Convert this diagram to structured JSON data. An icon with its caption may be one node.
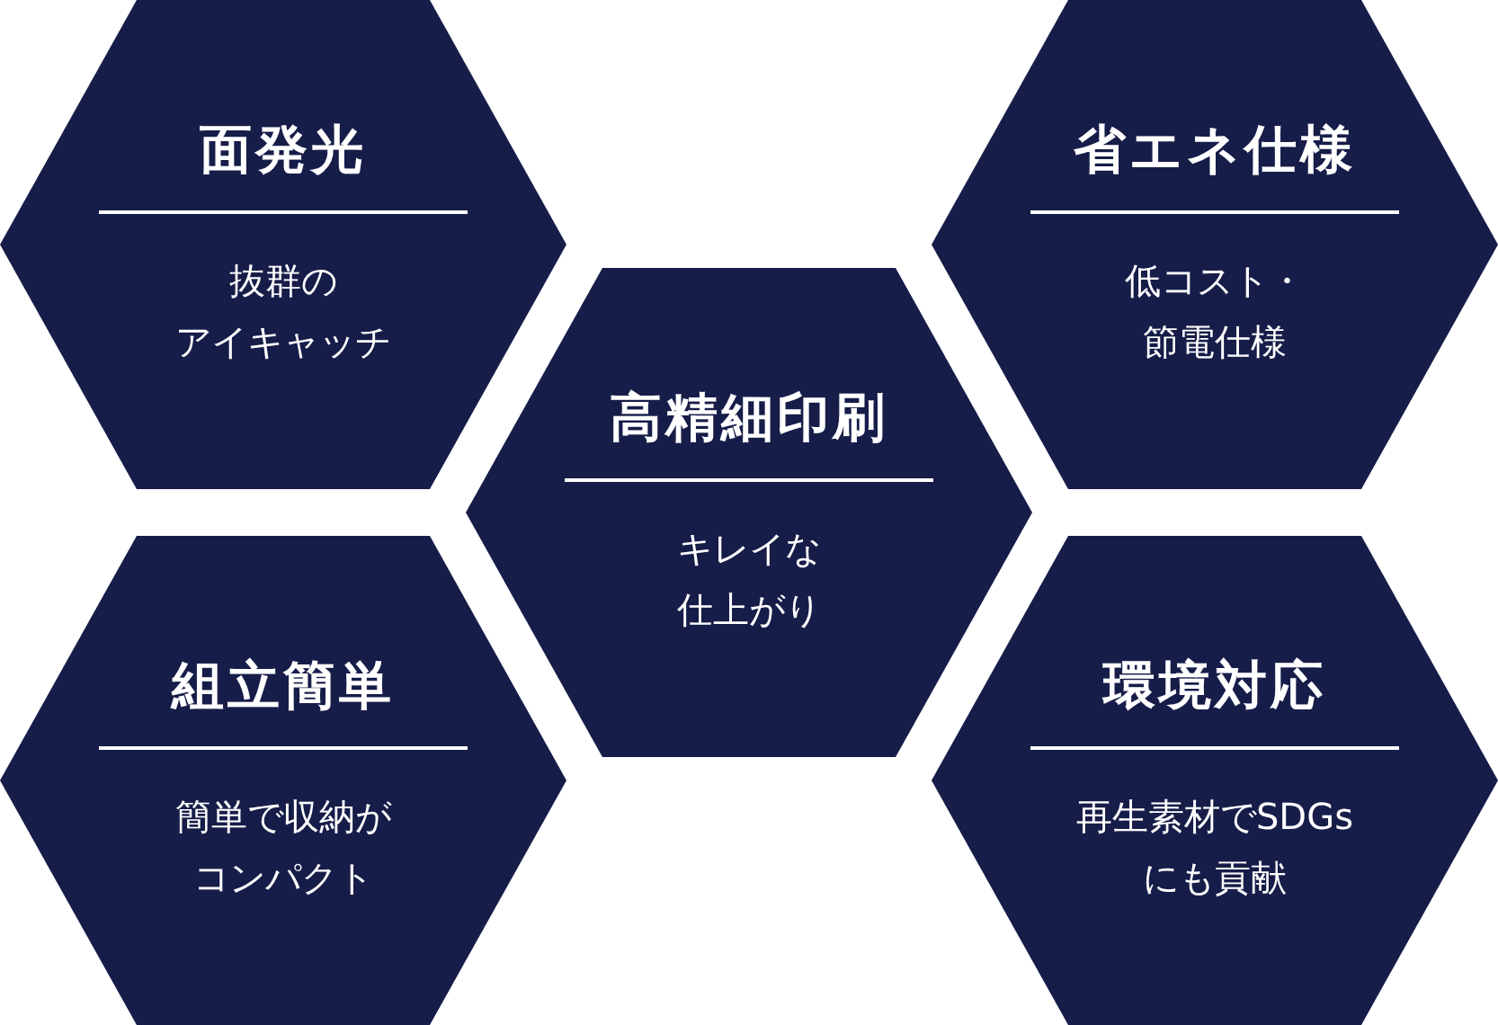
{
  "diagram": {
    "nodes": [
      {
        "text": [
          "面発光",
          "抜群のアイキャッチ"
        ]
      },
      {
        "text": [
          "省エネ仕様",
          "低コスト・節電仕様"
        ]
      },
      {
        "text": [
          "高精細印刷",
          "キレイな仕上がり"
        ]
      },
      {
        "text": [
          "組立簡単",
          "簡単で収納がコンパクト"
        ]
      },
      {
        "text": [
          "環境対応",
          "再生素材でSDGsにも貢献"
        ]
      }
    ]
  }
}
